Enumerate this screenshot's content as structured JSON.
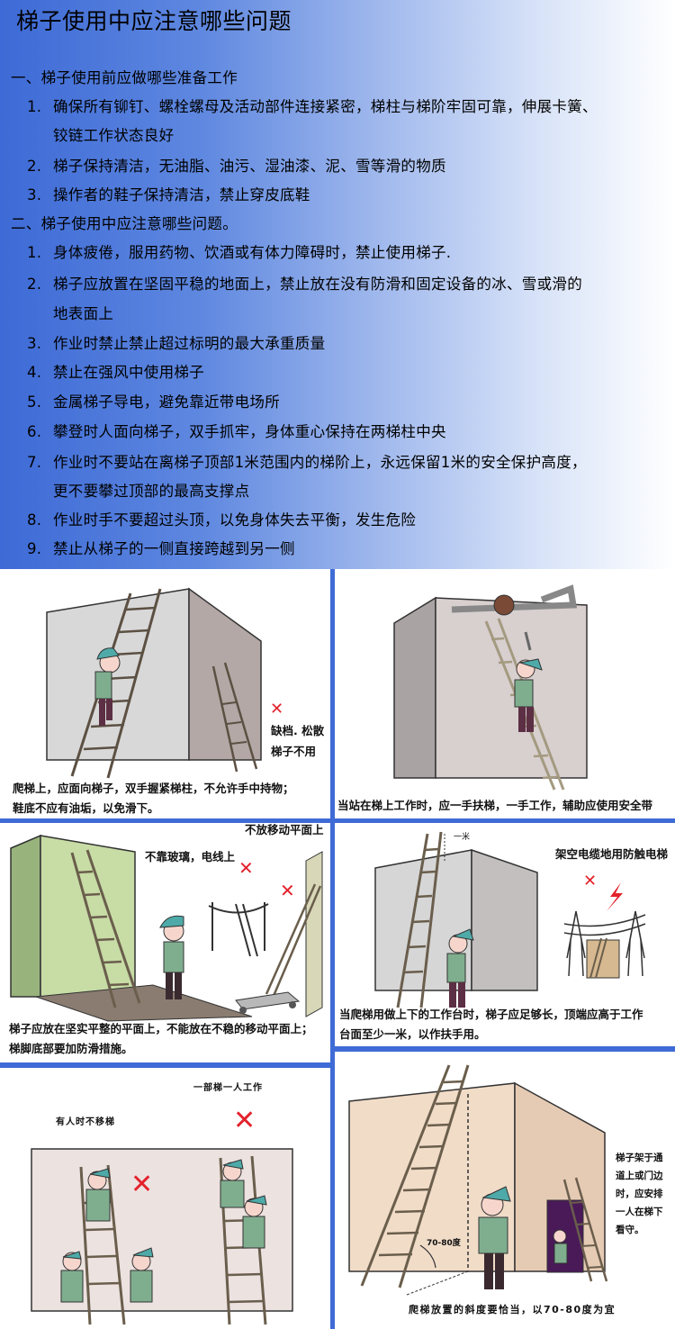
{
  "page": {
    "title": "梯子使用中应注意哪些问题"
  },
  "sections": [
    {
      "heading": "一、梯子使用前应做哪些准备工作",
      "items": [
        {
          "num": "1.",
          "lines": [
            "确保所有铆钉、螺栓螺母及活动部件连接紧密，梯柱与梯阶牢固可靠，伸展卡簧、",
            "铰链工作状态良好"
          ]
        },
        {
          "num": "2.",
          "lines": [
            "梯子保持清洁，无油脂、油污、湿油漆、泥、雪等滑的物质"
          ]
        },
        {
          "num": "3.",
          "lines": [
            "操作者的鞋子保持清洁，禁止穿皮底鞋"
          ]
        }
      ]
    },
    {
      "heading": "二、梯子使用中应注意哪些问题。",
      "items": [
        {
          "num": "1.",
          "lines": [
            "身体疲倦，服用药物、饮酒或有体力障碍时，禁止使用梯子."
          ]
        },
        {
          "num": "2.",
          "lines": [
            "梯子应放置在坚固平稳的地面上，禁止放在没有防滑和固定设备的冰、雪或滑的",
            "地表面上"
          ]
        },
        {
          "num": "3.",
          "lines": [
            "作业时禁止禁止超过标明的最大承重质量"
          ]
        },
        {
          "num": "4.",
          "lines": [
            "禁止在强风中使用梯子"
          ]
        },
        {
          "num": "5.",
          "lines": [
            "金属梯子导电，避免靠近带电场所"
          ]
        },
        {
          "num": "6.",
          "lines": [
            "攀登时人面向梯子，双手抓牢，身体重心保持在两梯柱中央"
          ]
        },
        {
          "num": "7.",
          "lines": [
            "作业时不要站在离梯子顶部1米范围内的梯阶上，永远保留1米的安全保护高度，",
            "更不要攀过顶部的最高支撑点"
          ]
        },
        {
          "num": "8.",
          "lines": [
            "作业时手不要超过头顶，以免身体失去平衡，发生危险"
          ]
        },
        {
          "num": "9.",
          "lines": [
            "禁止从梯子的一侧直接跨越到另一侧"
          ]
        }
      ]
    }
  ],
  "illustrations": [
    {
      "id": "face-ladder",
      "x_mark": "✕",
      "notes": [
        "缺档. 松散",
        "梯子不用"
      ],
      "caption": [
        "爬梯上，应面向梯子，双手握紧梯柱，不允许手中持物；",
        "鞋底不应有油垢，以免滑下。"
      ]
    },
    {
      "id": "one-hand-work",
      "caption": [
        "当站在梯上工作时，应一手扶梯，一手工作，辅助应使用安全带"
      ]
    },
    {
      "id": "firm-ground",
      "x_mark": "✕",
      "notes": [
        "不放移动平面上",
        "不靠玻璃，电线上"
      ],
      "caption": [
        "梯子应放在坚实平整的平面上，不能放在不稳的移动平面上；",
        "梯脚底部要加防滑措施。"
      ]
    },
    {
      "id": "one-meter-above",
      "x_mark": "✕",
      "dimension_label": "一米",
      "notes": [
        "架空电缆地用防触电梯"
      ],
      "caption": [
        "当爬梯用做上下的工作台时，梯子应足够长，顶端应高于工作",
        "台面至少一米，以作扶手用。"
      ]
    },
    {
      "id": "one-person-per-ladder",
      "x_mark": "✕",
      "notes": [
        "一部梯一人工作",
        "有人时不移梯"
      ]
    },
    {
      "id": "angle-70-80",
      "angle_label": "70-80度",
      "notes": [
        "梯子架于通",
        "道上或门边",
        "时，应安排",
        "一人在梯下",
        "看守。"
      ],
      "caption": [
        "爬梯放置的斜度要恰当，以70-80度为宜"
      ]
    }
  ],
  "colors": {
    "gradient_start": "#3d6ad6",
    "gradient_end": "#ffffff",
    "divider": "#3f6bd6",
    "x_mark": "#e3222c"
  }
}
